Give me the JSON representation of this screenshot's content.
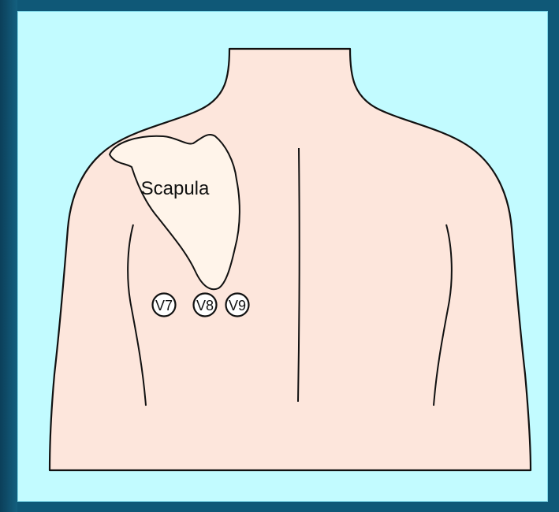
{
  "labels": {
    "scapula": "Scapula",
    "electrodes": [
      "V7",
      "V8",
      "V9"
    ]
  },
  "colors": {
    "frame": "#0f5877",
    "background": "#c2fbff",
    "skin": "#fde6dc",
    "scapula_fill": "#fff4ea",
    "outline": "#111111"
  }
}
